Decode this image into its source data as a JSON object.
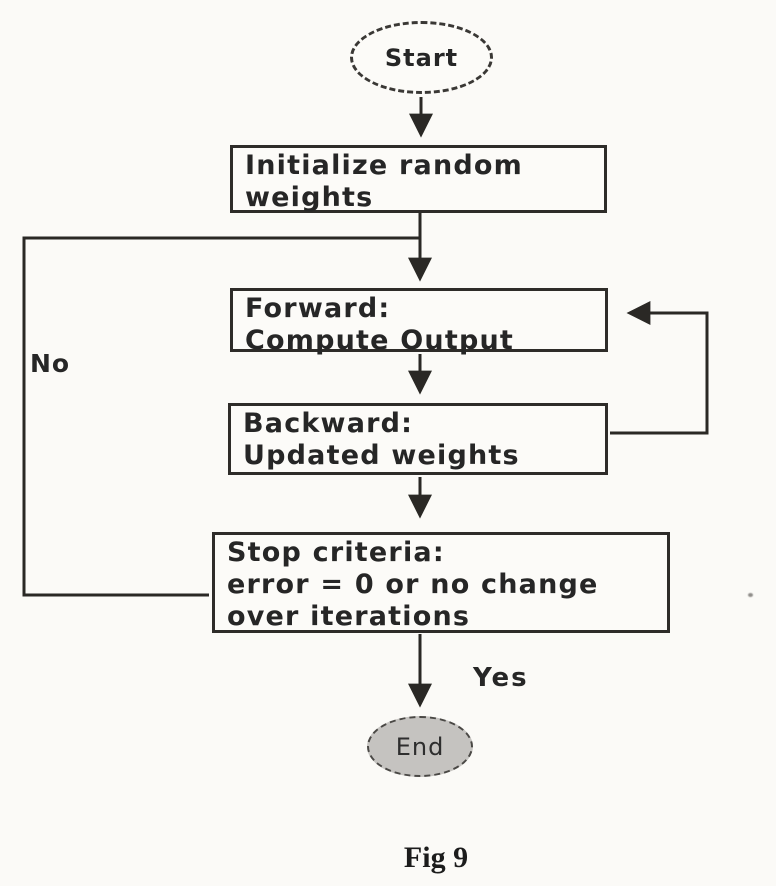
{
  "page": {
    "caption": "Fig 9"
  },
  "flowchart": {
    "nodes": {
      "start": {
        "shape": "ellipse",
        "label": "Start"
      },
      "init": {
        "shape": "rect",
        "line1": "Initialize random",
        "line2": "weights"
      },
      "forward": {
        "shape": "rect",
        "line1": "Forward:",
        "line2": "Compute Output"
      },
      "backward": {
        "shape": "rect",
        "line1": "Backward:",
        "line2": "Updated weights"
      },
      "stop": {
        "shape": "rect",
        "line1": "Stop criteria:",
        "line2": "error = 0 or no change",
        "line3": "over iterations"
      },
      "end": {
        "shape": "ellipse",
        "label": "End"
      }
    },
    "edge_labels": {
      "no": "No",
      "yes": "Yes"
    },
    "colors": {
      "line": "#2e2c29",
      "text": "#262626",
      "end_fill": "#c5c3c0",
      "background": "#fbfaf7"
    }
  }
}
